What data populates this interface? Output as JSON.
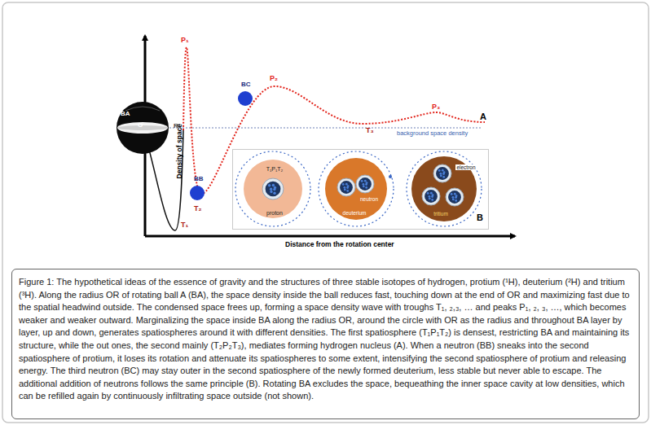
{
  "diagram": {
    "caption": "Figure 1: The hypothetical ideas of the essence of gravity and the structures of three stable isotopes of hydrogen, protium (¹H), deuterium (²H) and tritium (³H). Along the radius OR of rotating ball A (BA), the space density inside the ball reduces fast, touching down at the end of OR and maximizing fast due to the spatial headwind outside. The condensed space frees up, forming a space density wave with troughs T₁, ₂,₃, … and peaks P₁, ₂, ₃, …, which becomes weaker and weaker outward. Marginalizing the space inside BA along the radius OR, around the circle with OR as the radius and throughout BA layer by layer, up and down, generates spatiospheres around it with different densities. The first spatiosphere (T₁P₁T₂) is densest, restricting BA and maintaining its structure, while the out ones, the second mainly (T₂P₂T₃), mediates forming hydrogen nucleus (A). When a neutron (BB) sneaks into the second spatiosphere of protium, it loses its rotation and attenuate its spatiospheres to some extent, intensifying the second spatiosphere of protium and releasing energy. The third neutron (BC) may stay outer in the second spatiosphere of the newly formed deuterium, less stable but never able to escape. The additional addition of neutrons follows the same principle (B). Rotating BA excludes the space, bequeathing the inner space cavity at low densities, which can be refilled again by continuously infiltrating space outside (not shown).",
    "nodes": [
      {
        "text": [
          "BA"
        ]
      },
      {
        "text": [
          "B"
        ]
      },
      {
        "text": [
          "T₁P₁T₂",
          "proton"
        ],
        "in": 1
      },
      {
        "text": [
          "neutron",
          "deuterium"
        ],
        "in": 1
      },
      {
        "text": [
          "electron",
          "tritium"
        ],
        "in": 1
      }
    ],
    "labels": [
      "P₁",
      "P₂",
      "P₃",
      "T₁",
      "T₂",
      "T₃",
      "BB",
      "BC",
      "O",
      "R",
      "A",
      "background space density",
      "Density of space",
      "Distance from the rotation center"
    ]
  }
}
